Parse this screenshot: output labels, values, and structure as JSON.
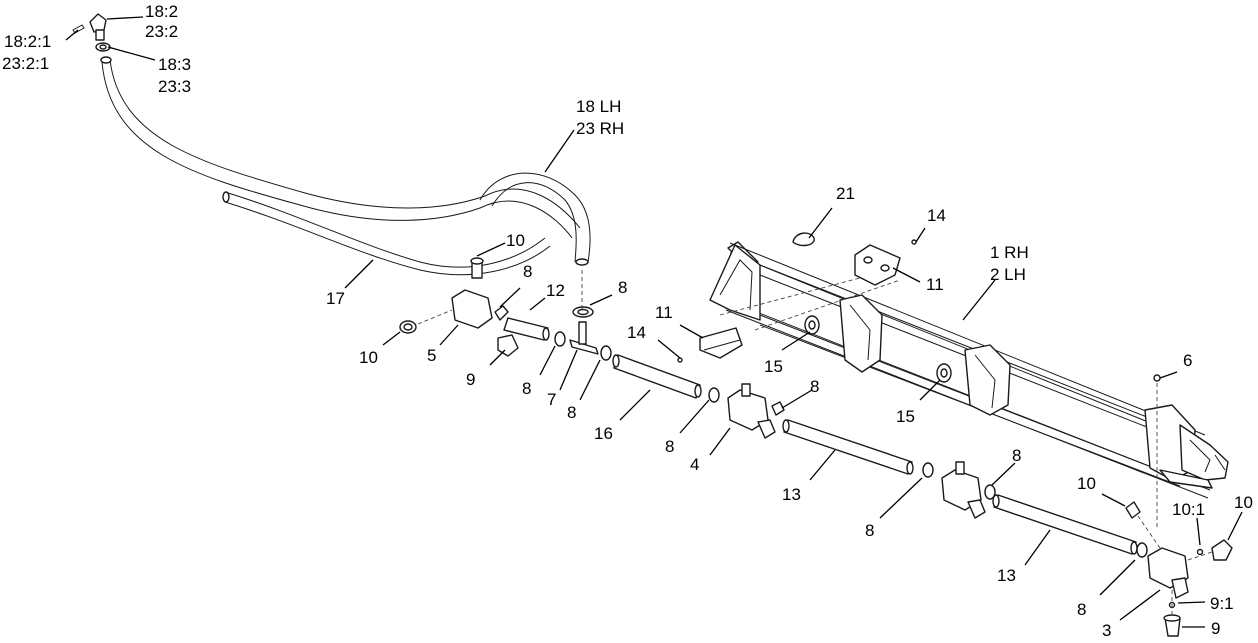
{
  "callouts": {
    "c_18_2": "18:2",
    "c_23_2": "23:2",
    "c_18_2_1": "18:2:1",
    "c_23_2_1": "23:2:1",
    "c_18_3": "18:3",
    "c_23_3": "23:3",
    "c_18lh": "18 LH",
    "c_23rh": "23 RH",
    "c_10_a": "10",
    "c_8_a": "8",
    "c_12": "12",
    "c_8_b": "8",
    "c_21": "21",
    "c_14_a": "14",
    "c_1rh": "1 RH",
    "c_2lh": "2 LH",
    "c_17": "17",
    "c_11_a": "11",
    "c_11_b": "11",
    "c_14_b": "14",
    "c_10_b": "10",
    "c_5": "5",
    "c_9_a": "9",
    "c_8_c": "8",
    "c_7": "7",
    "c_8_d": "8",
    "c_15_a": "15",
    "c_16": "16",
    "c_6": "6",
    "c_8_e": "8",
    "c_15_b": "15",
    "c_8_f": "8",
    "c_4": "4",
    "c_13_a": "13",
    "c_8_g": "8",
    "c_8_h": "8",
    "c_10_c": "10",
    "c_10_1": "10:1",
    "c_10_d": "10",
    "c_13_b": "13",
    "c_8_i": "8",
    "c_9_1": "9:1",
    "c_3": "3",
    "c_9_b": "9"
  }
}
